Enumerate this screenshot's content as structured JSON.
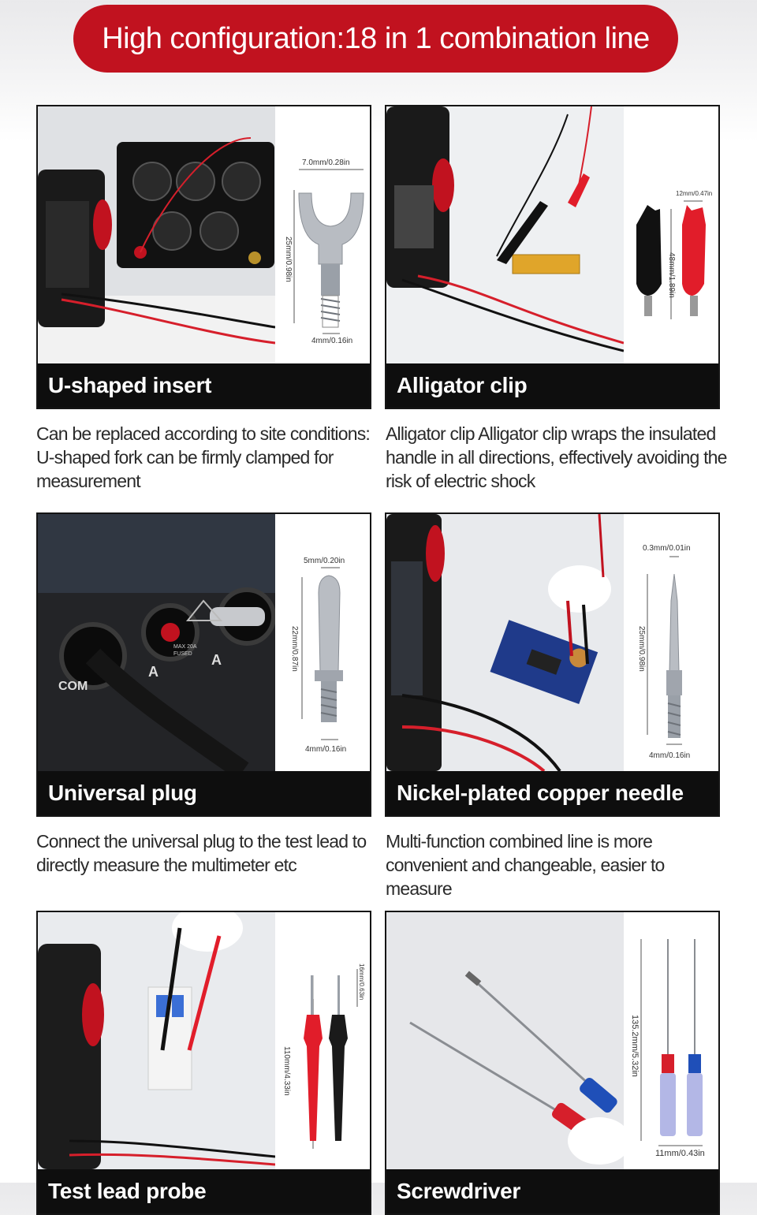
{
  "banner": {
    "title": "High configuration:18 in 1 combination line"
  },
  "cards": [
    {
      "label": "U-shaped insert",
      "description": "Can be replaced according to site conditions: U-shaped fork can be firmly clamped for measurement",
      "dims": {
        "width": "7.0mm/0.28in",
        "length": "25mm/0.98in",
        "thread": "4mm/0.16in"
      }
    },
    {
      "label": "Alligator clip",
      "description": "Alligator clip Alligator clip wraps the insulated handle in all directions, effectively avoiding the risk of electric shock",
      "dims": {
        "width": "12mm/0.47in",
        "length": "48mm/1.89in"
      }
    },
    {
      "label": "Universal plug",
      "description": "Connect the universal plug to the test lead to directly measure the multimeter etc",
      "dims": {
        "width": "5mm/0.20in",
        "length": "22mm/0.87in",
        "thread": "4mm/0.16in"
      }
    },
    {
      "label": "Nickel-plated copper needle",
      "description": "Multi-function combined line is more convenient and changeable, easier to measure",
      "dims": {
        "tip": "0.3mm/0.01in",
        "length": "25mm/0.98in",
        "thread": "4mm/0.16in"
      }
    },
    {
      "label": "Test lead probe",
      "dims": {
        "tip": "16mm/0.63in",
        "length": "110mm/4.33in"
      }
    },
    {
      "label": "Screwdriver",
      "dims": {
        "length": "135.2mm/5.32in",
        "width": "11mm/0.43in"
      }
    }
  ],
  "photo_text": {
    "jack_com": "COM",
    "jack_a": "A",
    "warn_max": "MAX 20A",
    "warn_fused": "FUSED"
  },
  "colors": {
    "banner": "#c1121f",
    "label_bg": "#0e0e0e",
    "probe_red": "#e11d2a",
    "probe_black": "#1a1a1a"
  }
}
